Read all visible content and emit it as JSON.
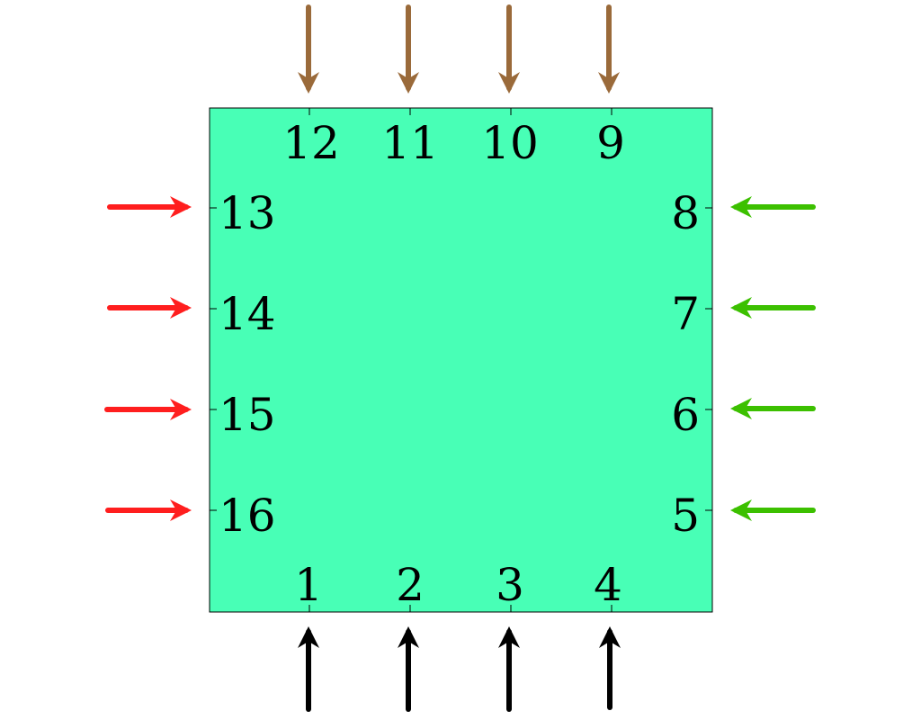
{
  "block": {
    "fill": "#48FFB6",
    "stroke": "#000000"
  },
  "ports": {
    "bottom": {
      "labels": [
        "1",
        "2",
        "3",
        "4"
      ],
      "arrow_color": "#000000",
      "arrow_direction": "up"
    },
    "right": {
      "labels": [
        "5",
        "6",
        "7",
        "8"
      ],
      "arrow_color": "#3CC000",
      "arrow_direction": "left"
    },
    "top": {
      "labels": [
        "9",
        "10",
        "11",
        "12"
      ],
      "arrow_color": "#9A6A3A",
      "arrow_direction": "down"
    },
    "left": {
      "labels": [
        "13",
        "14",
        "15",
        "16"
      ],
      "arrow_color": "#FF1E1E",
      "arrow_direction": "right"
    }
  }
}
